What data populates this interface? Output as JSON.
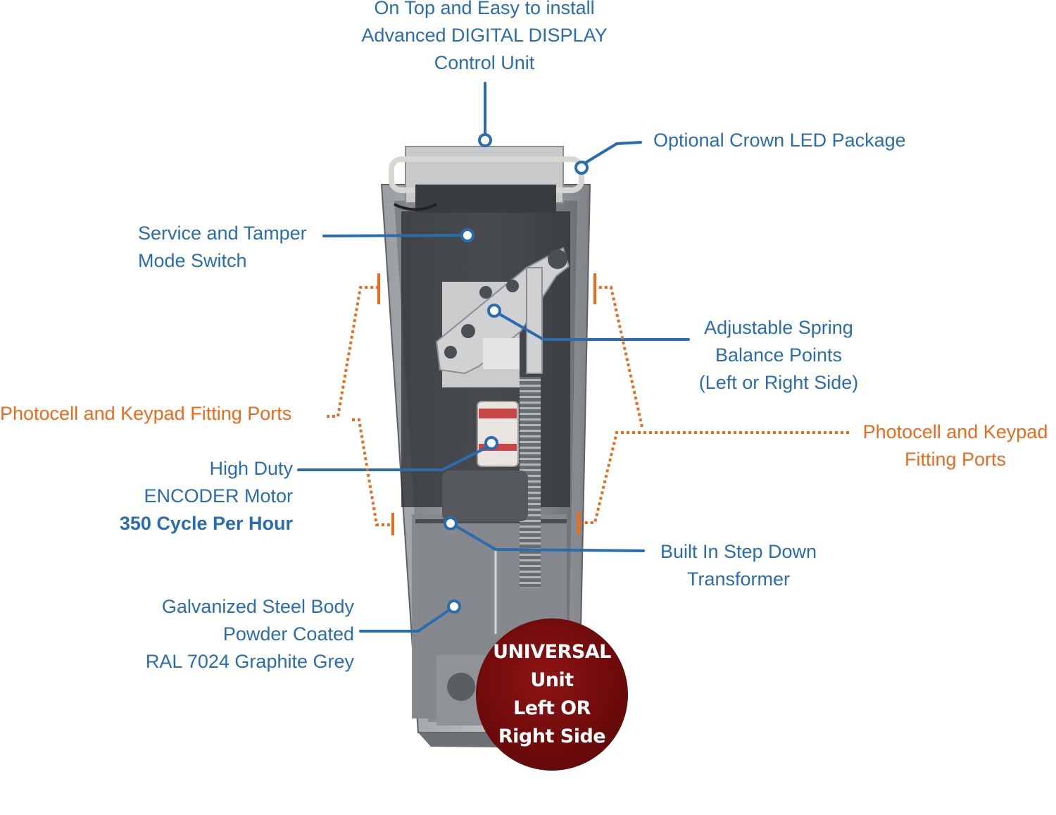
{
  "colors": {
    "callout_blue": "#2a6cb0",
    "port_orange": "#ec6a1c",
    "badge_red": "#6f0b0b",
    "housing_grey": "#6f7378"
  },
  "labels": {
    "top": [
      "On Top and Easy to install",
      "Advanced DIGITAL DISPLAY",
      "Control Unit"
    ],
    "crown_led": "Optional Crown LED Package",
    "service_switch": [
      "Service and Tamper",
      "Mode Switch"
    ],
    "spring": [
      "Adjustable Spring",
      "Balance Points",
      "(Left or Right Side)"
    ],
    "photocell_left": "Photocell and Keypad Fitting Ports",
    "photocell_right": [
      "Photocell and Keypad",
      "Fitting Ports"
    ],
    "motor": [
      "High Duty",
      "ENCODER Motor",
      "350 Cycle Per Hour"
    ],
    "transformer": [
      "Built In Step Down",
      "Transformer"
    ],
    "body": [
      "Galvanized Steel Body",
      "Powder Coated",
      "RAL 7024 Graphite Grey"
    ]
  },
  "badge": [
    "UNIVERSAL",
    "Unit",
    "Left OR",
    "Right Side"
  ]
}
